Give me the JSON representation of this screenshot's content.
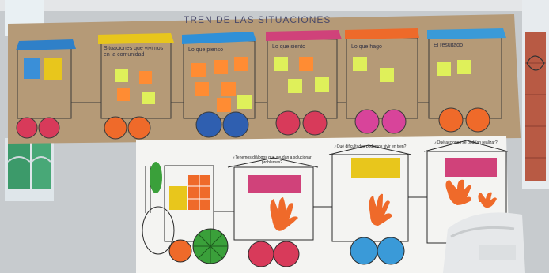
{
  "banner": {
    "title": "TREN DE LAS SITUACIONES",
    "cars": [
      {
        "label": "",
        "roof_color": "#2f80c8",
        "wheel_color": "#d83a5a"
      },
      {
        "label": "Situaciones que vivimos en la comunidad",
        "roof_color": "#e8c61c",
        "wheel_color": "#ef6a2a"
      },
      {
        "label": "Lo que pienso",
        "roof_color": "#2f90d8",
        "wheel_color": "#2f5fb0"
      },
      {
        "label": "Lo que siento",
        "roof_color": "#d0427a",
        "wheel_color": "#d83a5a"
      },
      {
        "label": "Lo que hago",
        "roof_color": "#ee6a2a",
        "wheel_color": "#d8449a"
      },
      {
        "label": "El resultado",
        "roof_color": "#3a9ad8",
        "wheel_color": "#ef6a2a"
      }
    ]
  },
  "lower_poster": {
    "car_labels": [
      "¿Tenemos diálogos que ayudan a solucionar problemas?",
      "¿Qué dificultades podemos vivir en tren?",
      "¿Qué acciones se podrían realizar?"
    ],
    "colors": {
      "pink": "#d0427a",
      "orange": "#ef6a2a",
      "blue": "#3a9ad8",
      "green": "#3aa03a",
      "yellow": "#e8c61c"
    }
  },
  "scene": {
    "wall_color": "#c9cdd0",
    "paper_color": "#b99a76",
    "window_color": "#3fa26d",
    "chair_color": "#e6e8ea"
  }
}
